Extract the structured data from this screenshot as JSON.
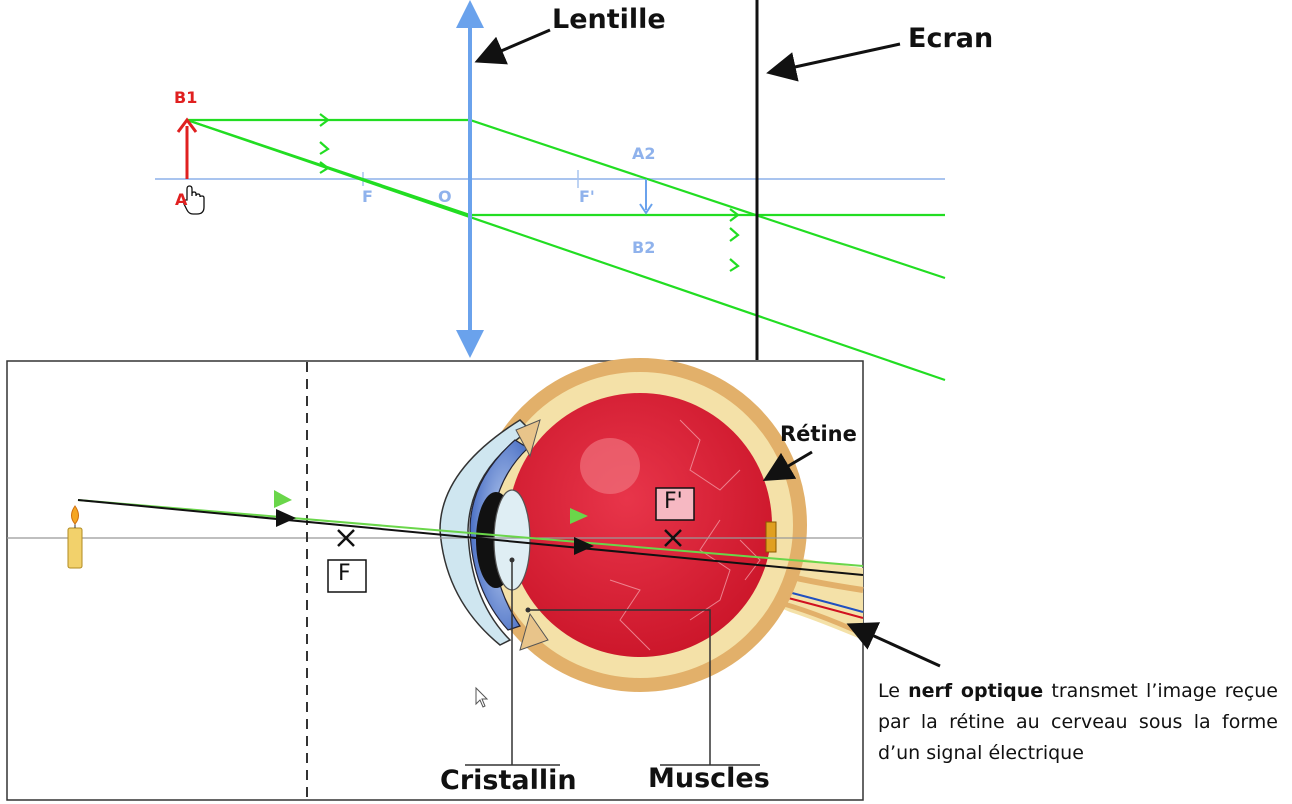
{
  "top_diagram": {
    "lens_label": "Lentille",
    "screen_label": "Ecran",
    "object_top": "B1",
    "object_base": "A",
    "lens_center": "O",
    "focal_object": "F",
    "focal_image": "F'",
    "image_base": "A2",
    "image_tip": "B2"
  },
  "eye_diagram": {
    "retina_label": "Rétine",
    "focal_object": "F",
    "focal_image": "F'",
    "lens_label": "Cristallin",
    "muscles_label": "Muscles"
  },
  "note": {
    "before": "Le ",
    "bold": "nerf optique",
    "after": " transmet l’image reçue par la rétine au cerveau sous la forme d’un signal électrique"
  },
  "colors": {
    "ray": "#22dd22",
    "axis": "#a9c4ef",
    "lens": "#6aa2ec",
    "object": "#e02020",
    "eye_red": "#d8192c",
    "eye_frame": "#e2b06a"
  },
  "icons": [
    "hand-cursor-icon",
    "arrow-cursor-icon",
    "candle-icon"
  ]
}
